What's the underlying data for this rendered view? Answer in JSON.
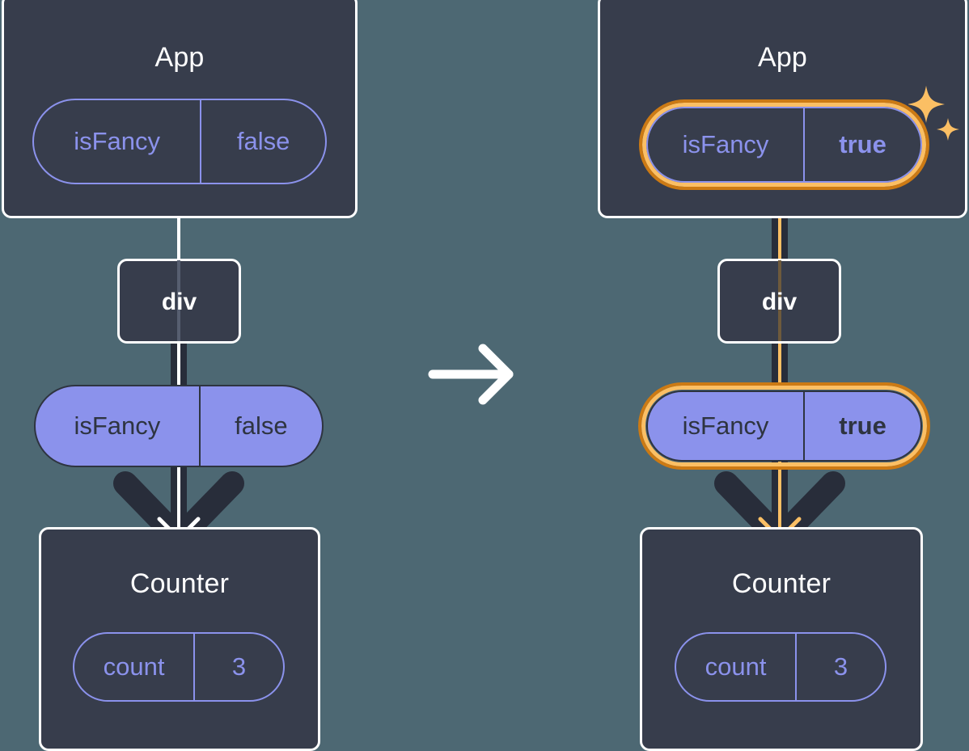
{
  "meta": {
    "diagram_title": "React state propagation: isFancy false to true",
    "background_color": "#4D6873",
    "box_fill": "#373D4C",
    "box_border": "#FFFFFF",
    "pill_purple": "#8B92EC",
    "highlight_orange_outer": "#CC7A14",
    "highlight_orange_inner": "#FBBF64",
    "line_dark": "#282D3A"
  },
  "transition": {
    "icon": "arrow-right-icon",
    "color": "#FFFFFF"
  },
  "panels": [
    {
      "id": "before",
      "app": {
        "title": "App",
        "prop": {
          "key": "isFancy",
          "value": "false",
          "highlighted": false,
          "value_bold": false
        }
      },
      "div": {
        "label": "div"
      },
      "prop_pill": {
        "key": "isFancy",
        "value": "false",
        "highlighted": false,
        "value_bold": false
      },
      "counter": {
        "title": "Counter",
        "state": {
          "key": "count",
          "value": "3"
        }
      },
      "connectors": {
        "stripe_color": "#FFFFFF",
        "arrow_inner_color": "#FFFFFF"
      },
      "sparkles": false
    },
    {
      "id": "after",
      "app": {
        "title": "App",
        "prop": {
          "key": "isFancy",
          "value": "true",
          "highlighted": true,
          "value_bold": true
        }
      },
      "div": {
        "label": "div"
      },
      "prop_pill": {
        "key": "isFancy",
        "value": "true",
        "highlighted": true,
        "value_bold": true
      },
      "counter": {
        "title": "Counter",
        "state": {
          "key": "count",
          "value": "3"
        }
      },
      "connectors": {
        "stripe_color": "#FBBF64",
        "arrow_inner_color": "#FBBF64"
      },
      "sparkles": true
    }
  ]
}
